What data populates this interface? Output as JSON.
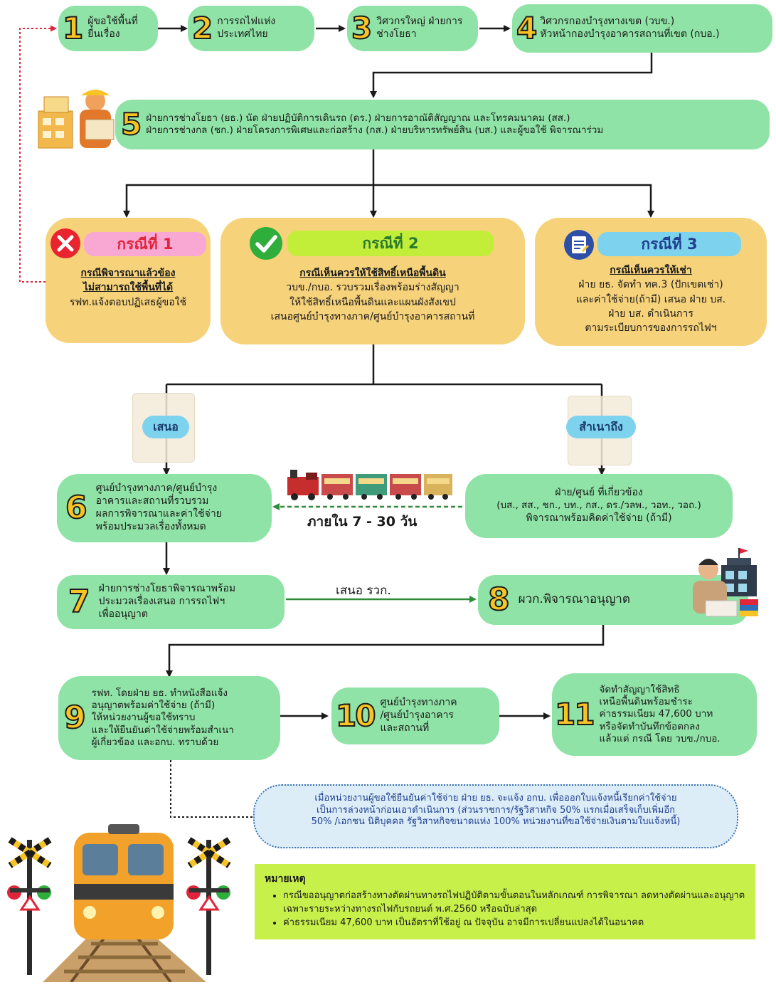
{
  "steps": {
    "s1": {
      "num": "1",
      "text": "ผู้ขอใช้พื้นที่ยื่นเรื่อง"
    },
    "s2": {
      "num": "2",
      "text": "การรถไฟแห่งประเทศไทย"
    },
    "s3": {
      "num": "3",
      "text": "วิศวกรใหญ่ ฝ่ายการช่างโยธา"
    },
    "s4": {
      "num": "4",
      "line1": "วิศวกรกองบำรุงทางเขต (วบข.)",
      "line2": "หัวหน้ากองบำรุงอาคารสถานที่เขต (กบอ.)"
    },
    "s5": {
      "num": "5",
      "line1": "ฝ่ายการช่างโยธา (ยธ.) นัด ฝ่ายปฏิบัติการเดินรถ (ดร.) ฝ่ายการอาณัติสัญญาณ และโทรคมนาคม (สส.)",
      "line2": "ฝ่ายการช่างกล (ชก.) ฝ่ายโครงการพิเศษและก่อสร้าง (กส.) ฝ่ายบริหารทรัพย์สิน (บส.) และผู้ขอใช้ พิจารณาร่วม"
    },
    "s6": {
      "num": "6",
      "line1": "ศูนย์บำรุงทางภาค/ศูนย์บำรุง",
      "line2": "อาคารและสถานที่รวบรวม",
      "line3": "ผลการพิจารณาและค่าใช้จ่าย",
      "line4": "พร้อมประมวลเรื่องทั้งหมด"
    },
    "s7": {
      "num": "7",
      "line1": "ฝ่ายการช่างโยธาพิจารณาพร้อม",
      "line2": "ประมวลเรื่องเสนอ การรถไฟฯ",
      "line3": "เพื่ออนุญาต"
    },
    "s8": {
      "num": "8",
      "text": "ผวก.พิจารณาอนุญาต"
    },
    "s9": {
      "num": "9",
      "line1": "รฟท. โดยฝ่าย ยธ. ทำหนังสือแจ้ง",
      "line2": "อนุญาตพร้อมค่าใช้จ่าย (ถ้ามี)",
      "line3": "ให้หน่วยงานผู้ขอใช้ทราบ",
      "line4": "และให้ยืนยันค่าใช้จ่ายพร้อมสำเนา",
      "line5": "ผู้เกี่ยวข้อง และอกบ. ทราบด้วย"
    },
    "s10": {
      "num": "10",
      "line1": "ศูนย์บำรุงทางภาค",
      "line2": "/ศูนย์บำรุงอาคาร",
      "line3": "และสถานที่"
    },
    "s11": {
      "num": "11",
      "line1": "จัดทำสัญญาใช้สิทธิ",
      "line2": "เหนือพื้นดินพร้อมชำระ",
      "line3": "ค่าธรรมเนียม 47,600 บาท",
      "line4": "หรือจัดทำบันทึกข้อตกลง",
      "line5": "แล้วแต่ กรณี โดย วบข./กบอ."
    },
    "side": {
      "line1": "ฝ่าย/ศูนย์ ที่เกี่ยวข้อง",
      "line2": "(บส., สส., ชก., บท., กส., ดร./วลพ., วอท., วอถ.)",
      "line3": "พิจารณาพร้อมคิดค่าใช้จ่าย (ถ้ามี)"
    }
  },
  "cases": {
    "c1": {
      "title": "กรณีที่ 1",
      "line1": "กรณีพิจารณาแล้วข้อง",
      "line2": "ไม่สามารถใช้พื้นที่ได้",
      "line3": "รฟท.แจ้งตอบปฏิเสธผู้ขอใช้"
    },
    "c2": {
      "title": "กรณีที่ 2",
      "line1": "กรณีเห็นควรให้ใช้สิทธิ์เหนือพื้นดิน",
      "line2": "วบข./กบอ. รวบรวมเรื่องพร้อมร่างสัญญา",
      "line3": "ให้ใช้สิทธิ์เหนือพื้นดินและแผนผังสังเขป",
      "line4": "เสนอศูนย์บำรุงทางภาค/ศูนย์บำรุงอาคารสถานที่"
    },
    "c3": {
      "title": "กรณีที่ 3",
      "line1": "กรณีเห็นควรให้เช่า",
      "line2": "ฝ่าย ยธ. จัดทำ ทค.3 (ปักเขตเช่า)",
      "line3": "และค่าใช้จ่าย(ถ้ามี) เสนอ ฝ่าย บส.",
      "line4": "ฝ่าย บส. ดำเนินการ",
      "line5": "ตามระเบียบการของการรถไฟฯ"
    }
  },
  "tags": {
    "propose": "เสนอ",
    "copy_to": "สำเนาถึง"
  },
  "labels": {
    "within_days": "ภายใน 7 - 30 วัน",
    "propose_rwk": "เสนอ รวก."
  },
  "payment_note": {
    "line1": "เมื่อหน่วยงานผู้ขอใช้ยืนยันค่าใช้จ่าย ฝ่าย ยธ. จะแจ้ง อกบ. เพื่อออกใบแจ้งหนี้เรียกค่าใช้จ่าย",
    "line2": "เป็นการล่วงหน้าก่อนเอาดำเนินการ (ส่วนราชการ/รัฐวิสาหกิจ 50% แรกเมื่อเสร็จเก็บเพิ่มอีก",
    "line3": "50% /เอกชน นิติบุคคล รัฐวิสาหกิจขนาดแห่ง 100% หน่วยงานที่ขอใช้จ่ายเงินตามใบแจ้งหนี้)"
  },
  "remark": {
    "title": "หมายเหตุ",
    "items": [
      "กรณีขออนุญาตก่อสร้างทางตัดผ่านทางรถไฟปฏิบัติตามขั้นตอนในหลักเกณฑ์ การพิจารณา ลดทางตัดผ่านและอนุญาตเฉพาะรายระหว่างทางรถไฟกับรถยนต์ พ.ศ.2560 หรือฉบับล่าสุด",
      "ค่าธรรมเนียม 47,600 บาท เป็นอัตราที่ใช้อยู่ ณ ปัจจุบัน อาจมีการเปลี่ยนแปลงได้ในอนาคต"
    ]
  },
  "colors": {
    "pill": "#8fe3a6",
    "card": "#f6d27b",
    "number": "#f7c325",
    "remark_bg": "#c8f04a",
    "note_bg": "#dcedf8",
    "case1_head": "#f9a8d4",
    "case2_head": "#c2ee3a",
    "case3_head": "#7dd3ee",
    "arrow": "#1a1a1a",
    "green_line": "#2e8b3a",
    "red_dotted": "#e0253a"
  },
  "icons": {
    "reject": "x-circle-icon",
    "accept": "check-circle-icon",
    "lease": "document-note-icon"
  }
}
